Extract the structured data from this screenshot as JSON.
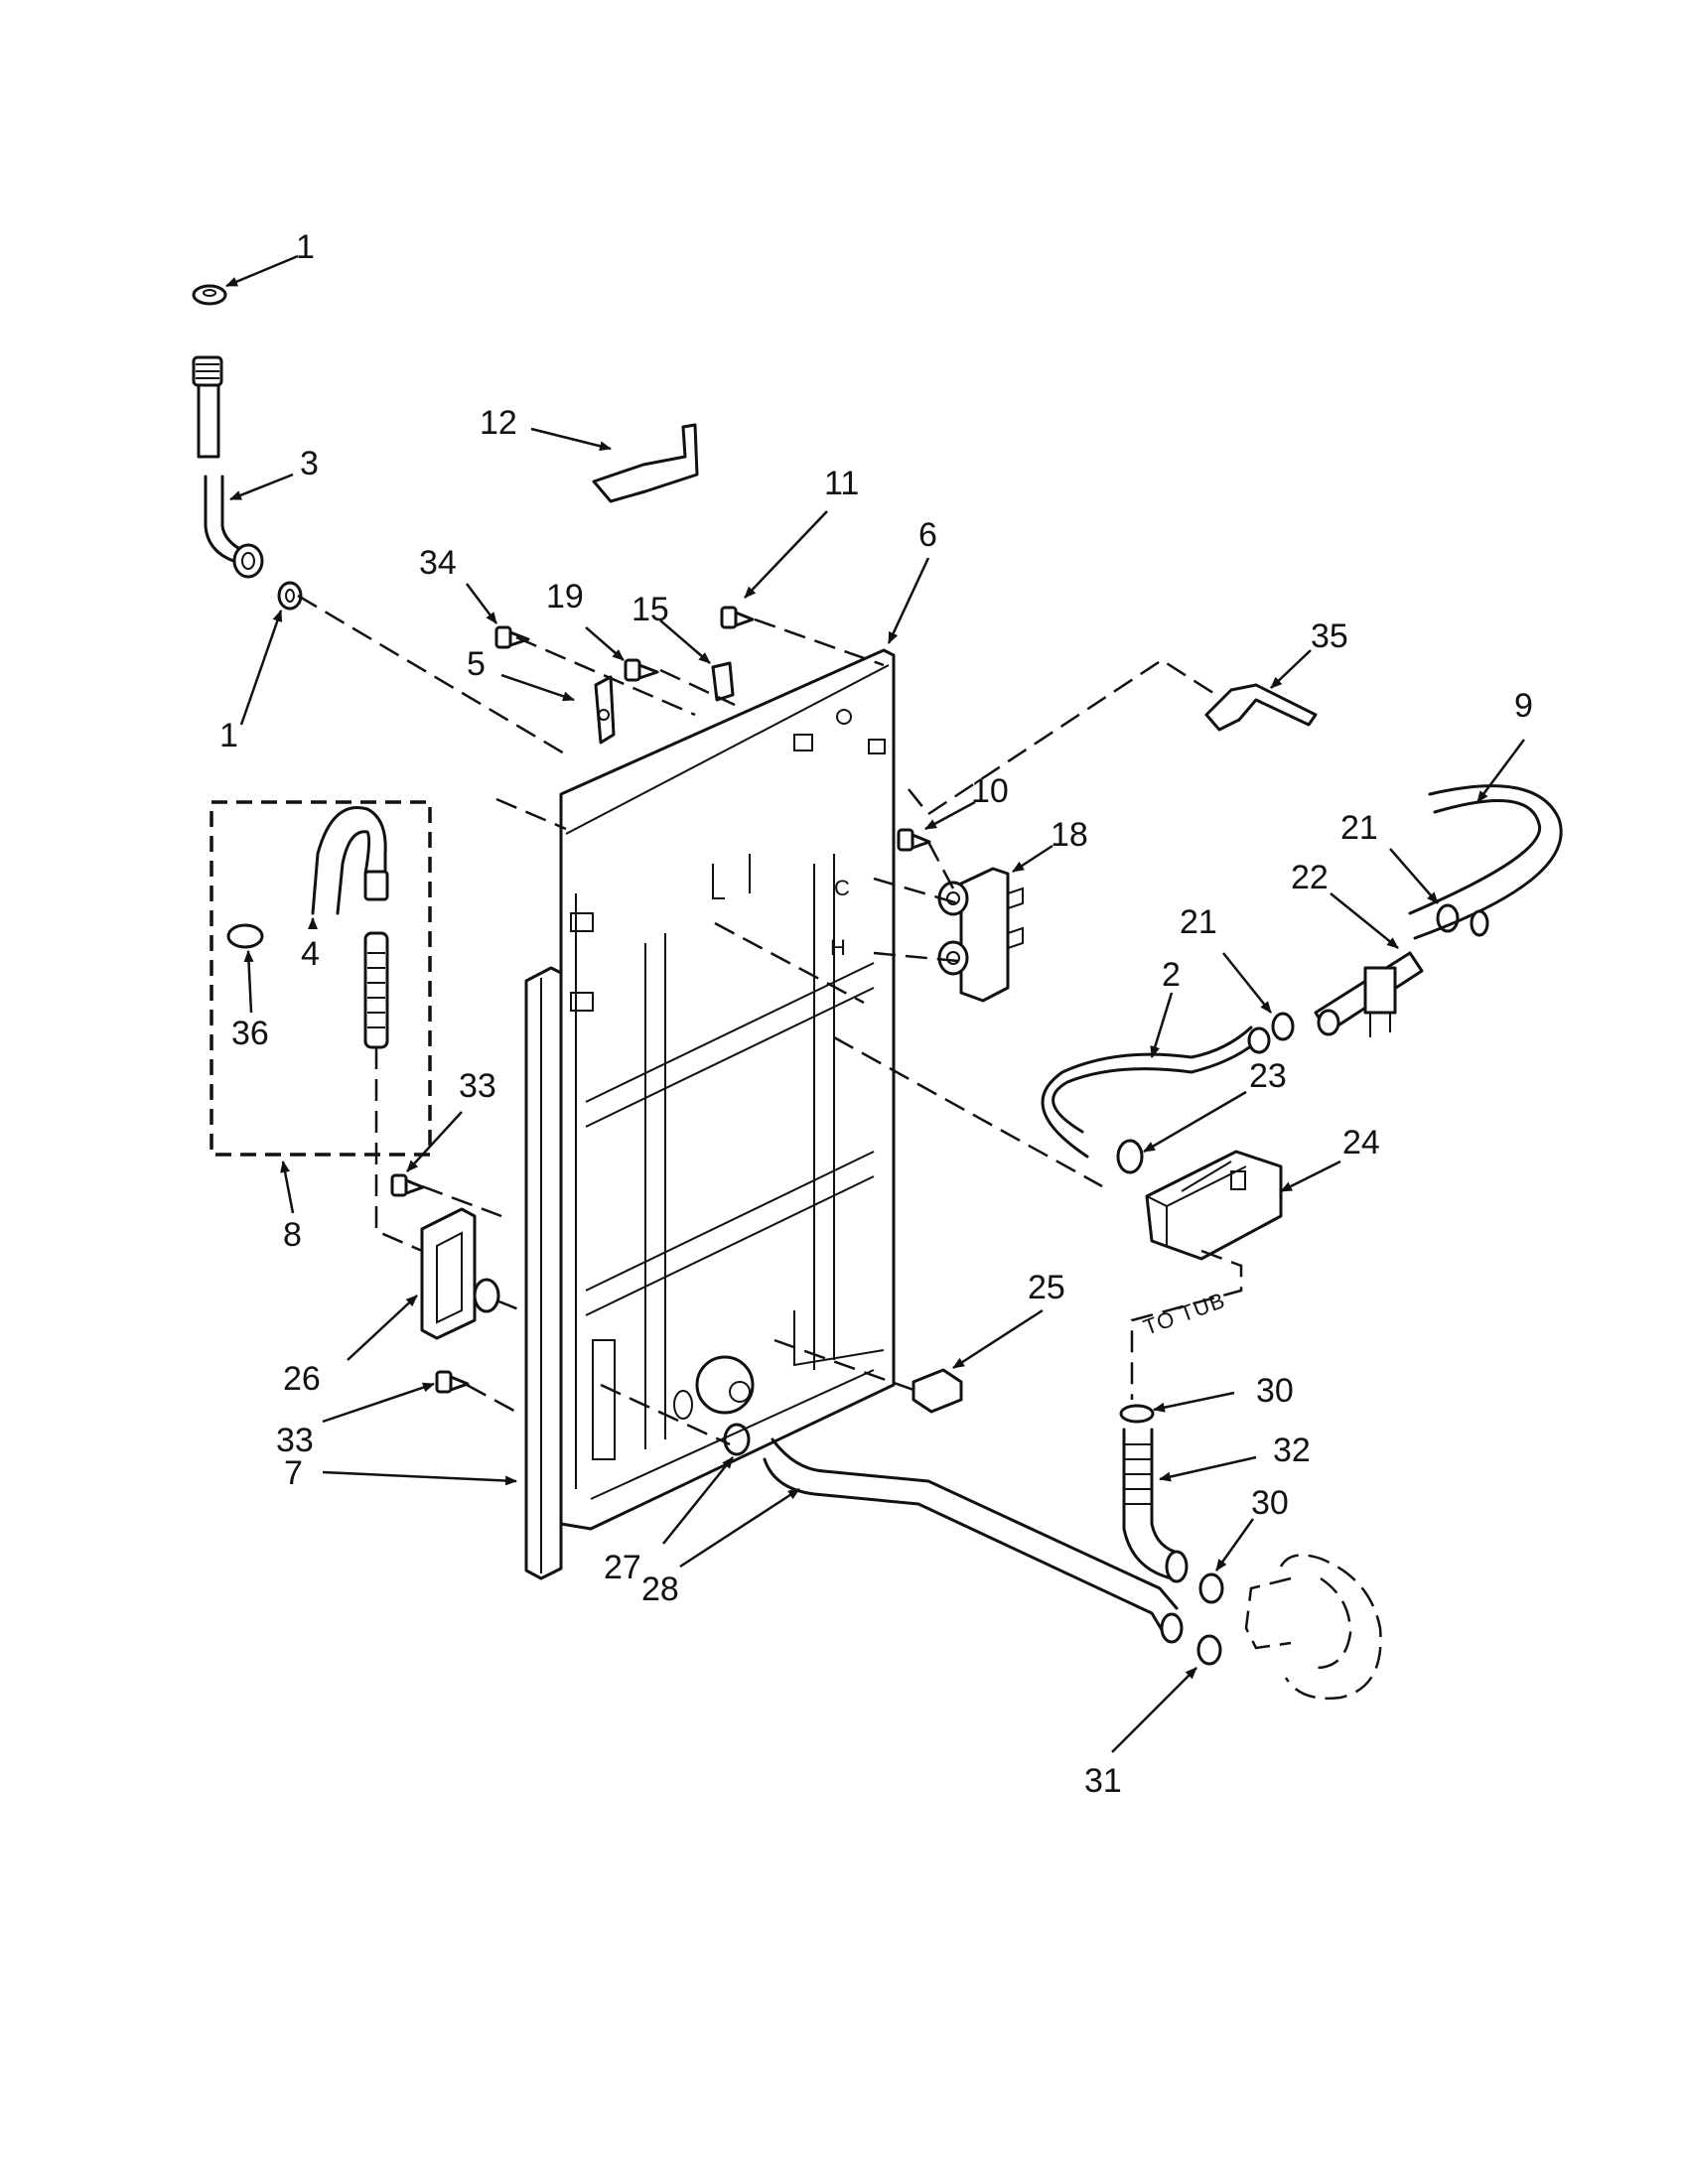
{
  "callouts": [
    {
      "id": "c1a",
      "text": "1"
    },
    {
      "id": "c3",
      "text": "3"
    },
    {
      "id": "c1b",
      "text": "1"
    },
    {
      "id": "c12",
      "text": "12"
    },
    {
      "id": "c11",
      "text": "11"
    },
    {
      "id": "c6",
      "text": "6"
    },
    {
      "id": "c34",
      "text": "34"
    },
    {
      "id": "c19",
      "text": "19"
    },
    {
      "id": "c15",
      "text": "15"
    },
    {
      "id": "c5",
      "text": "5"
    },
    {
      "id": "c35",
      "text": "35"
    },
    {
      "id": "c9",
      "text": "9"
    },
    {
      "id": "c10",
      "text": "10"
    },
    {
      "id": "c18",
      "text": "18"
    },
    {
      "id": "c21a",
      "text": "21"
    },
    {
      "id": "c22",
      "text": "22"
    },
    {
      "id": "c21b",
      "text": "21"
    },
    {
      "id": "c2",
      "text": "2"
    },
    {
      "id": "c4",
      "text": "4"
    },
    {
      "id": "c36",
      "text": "36"
    },
    {
      "id": "c33a",
      "text": "33"
    },
    {
      "id": "c23",
      "text": "23"
    },
    {
      "id": "c24",
      "text": "24"
    },
    {
      "id": "c8",
      "text": "8"
    },
    {
      "id": "c25",
      "text": "25"
    },
    {
      "id": "c26",
      "text": "26"
    },
    {
      "id": "c33b",
      "text": "33"
    },
    {
      "id": "c30a",
      "text": "30"
    },
    {
      "id": "c32",
      "text": "32"
    },
    {
      "id": "c7",
      "text": "7"
    },
    {
      "id": "c30b",
      "text": "30"
    },
    {
      "id": "c27",
      "text": "27"
    },
    {
      "id": "c28",
      "text": "28"
    },
    {
      "id": "c31",
      "text": "31"
    }
  ],
  "notes": {
    "to_tub": "TO TUB",
    "cold_label": "C",
    "hot_label": "H"
  }
}
